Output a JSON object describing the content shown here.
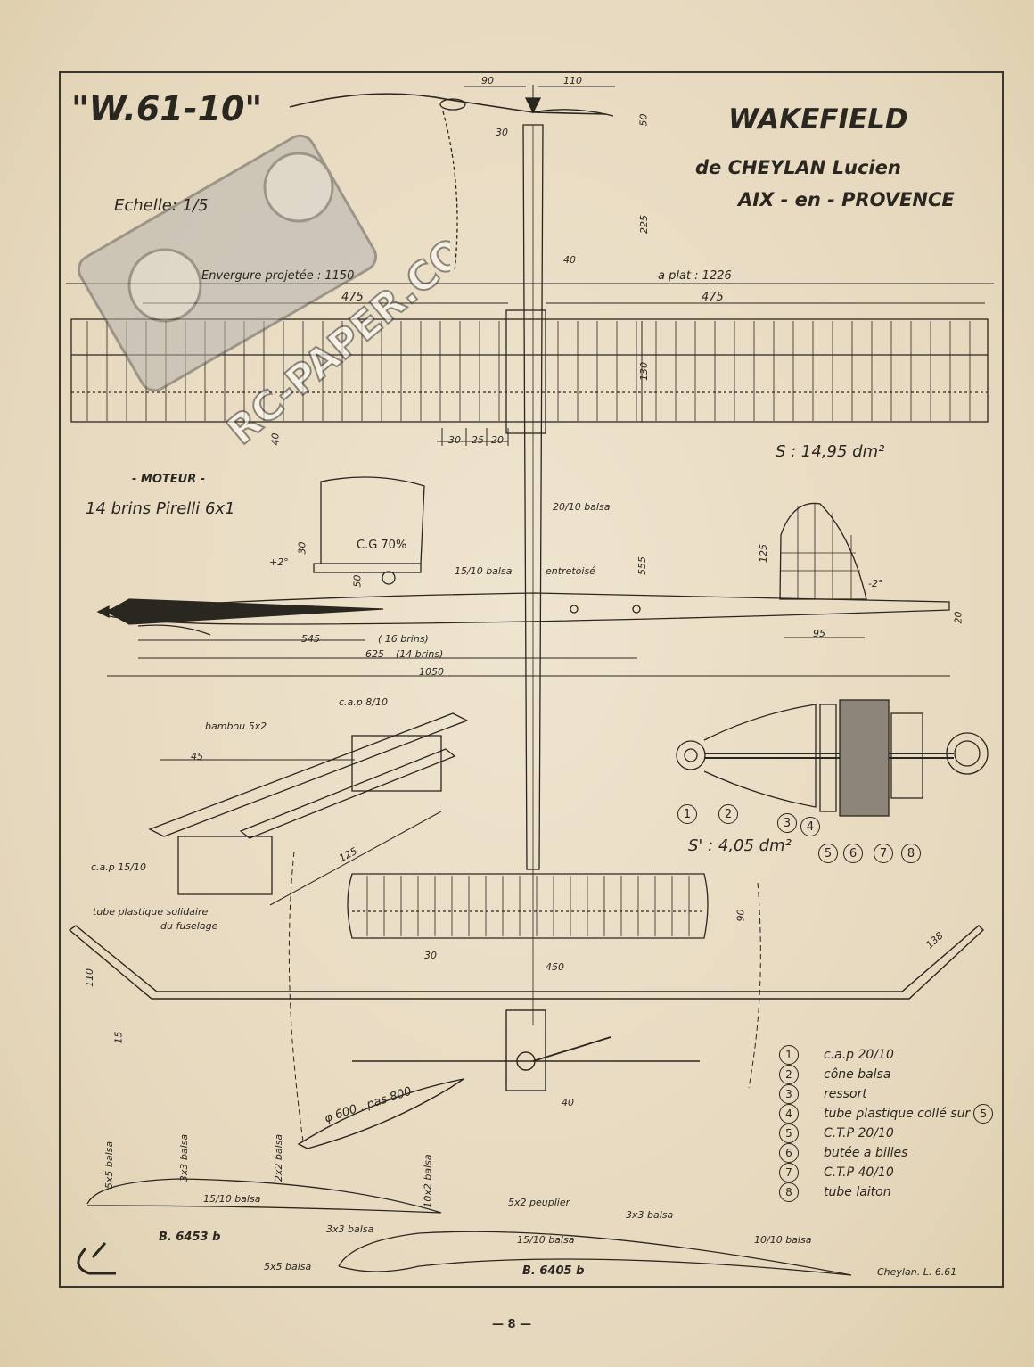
{
  "plan": {
    "title": "\"W.61-10\"",
    "category": "WAKEFIELD",
    "author": "de CHEYLAN Lucien",
    "location": "AIX - en - PROVENCE",
    "scale": "Echelle: 1/5",
    "watermark": "RC-PAPER.COM",
    "page_number": "— 8 —",
    "signature": "Cheylan. L. 6.61"
  },
  "wing": {
    "projected_span": "Envergure projetée : 1150",
    "flat_span": "a plat : 1226",
    "half_left": "475",
    "half_right": "475",
    "chord": "130",
    "dihedral_offset": "40",
    "area": "S : 14,95 dm²",
    "spacing_1": "30",
    "spacing_2": "25",
    "spacing_3": "20",
    "nose_offset": "40"
  },
  "prop_top": {
    "dim_90": "90",
    "dim_110": "110",
    "dim_50": "50",
    "dim_30": "30",
    "dim_225": "225"
  },
  "motor": {
    "heading": "- MOTEUR -",
    "rubber": "14 brins Pirelli 6x1",
    "cg": "C.G 70%",
    "incidence": "+2°",
    "dim_30": "30",
    "dim_50": "50",
    "sheet_15": "15/10 balsa",
    "braced": "entretoisé",
    "sheet_20": "20/10 balsa",
    "dim_555": "555",
    "dim_545": "545",
    "brins_16": "( 16 brins)",
    "dim_625": "625",
    "brins_14": "(14 brins)",
    "length": "1050",
    "fin_height": "125",
    "tail_incidence": "-2°",
    "fin_base": "95",
    "tail_20": "20"
  },
  "mount": {
    "cap_8": "c.a.p 8/10",
    "bamboo": "bambou 5x2",
    "dim_45": "45",
    "dim_125": "125",
    "cap_15": "c.a.p 15/10",
    "tube_note_1": "tube plastique solidaire",
    "tube_note_2": "du fuselage"
  },
  "stab": {
    "area": "S' : 4,05 dm²",
    "chord": "90",
    "span": "450",
    "dim_30": "30"
  },
  "front": {
    "dim_110": "110",
    "dim_15": "15",
    "tip": "138",
    "dim_40": "40",
    "prop": "φ 600 . pas 800"
  },
  "nose_callouts": [
    "1",
    "2",
    "3",
    "4",
    "5",
    "6",
    "7",
    "8"
  ],
  "legend": [
    {
      "n": "1",
      "text": "c.a.p 20/10"
    },
    {
      "n": "2",
      "text": "cône balsa"
    },
    {
      "n": "3",
      "text": "ressort"
    },
    {
      "n": "4",
      "text": "tube plastique collé sur"
    },
    {
      "n": "5",
      "text": "C.T.P 20/10"
    },
    {
      "n": "6",
      "text": "butée a billes"
    },
    {
      "n": "7",
      "text": "C.T.P 40/10"
    },
    {
      "n": "8",
      "text": "tube laiton"
    }
  ],
  "legend_ref": "5",
  "stab_section": {
    "spar_55": "5x5 balsa",
    "spar_33": "3x3 balsa",
    "spar_22": "2x2 balsa",
    "sheet": "15/10 balsa",
    "te": "10x2 balsa",
    "name": "B. 6453 b"
  },
  "wing_section": {
    "poplar": "5x2 peuplier",
    "spar_33a": "3x3 balsa",
    "spar_33b": "3x3 balsa",
    "sheet": "15/10 balsa",
    "te": "10/10 balsa",
    "le": "5x5 balsa",
    "name": "B. 6405 b"
  },
  "colors": {
    "paper": "#e9dcc4",
    "ink": "#2a2620"
  }
}
